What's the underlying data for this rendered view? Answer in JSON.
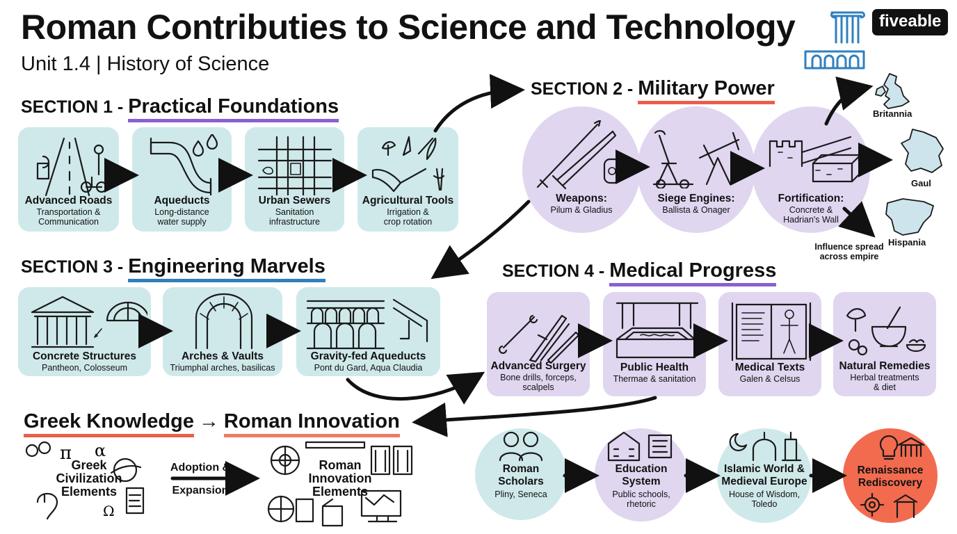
{
  "header": {
    "title": "Roman Contributies to Science and Technology",
    "subtitle": "Unit 1.4 | History of Science",
    "brand": "fiveable"
  },
  "colors": {
    "teal_box": "#cfe9ea",
    "lavender_box": "#e0d6f0",
    "renaissance": "#f26b4f",
    "underline_purple": "#8a5fd0",
    "underline_blue": "#2f7fbf",
    "underline_red": "#e8604c",
    "underline_salmon": "#ef7a62"
  },
  "section1": {
    "prefix": "SECTION 1 - ",
    "name": "Practical Foundations",
    "items": [
      {
        "title": "Advanced Roads",
        "sub1": "Transportation &",
        "sub2": "Communication",
        "icon": "road-icon"
      },
      {
        "title": "Aqueducts",
        "sub1": "Long-distance",
        "sub2": "water supply",
        "icon": "pipe-icon"
      },
      {
        "title": "Urban Sewers",
        "sub1": "Sanitation",
        "sub2": "infrastructure",
        "icon": "sewer-grid-icon"
      },
      {
        "title": "Agricultural Tools",
        "sub1": "Irrigation &",
        "sub2": "crop rotation",
        "icon": "plow-icon"
      }
    ]
  },
  "section2": {
    "prefix": "SECTION 2 - ",
    "name": "Military Power",
    "items": [
      {
        "title": "Weapons:",
        "sub1": "Pilum & Gladius",
        "sub2": "",
        "icon": "sword-icon"
      },
      {
        "title": "Siege Engines:",
        "sub1": "Ballista & Onager",
        "sub2": "",
        "icon": "catapult-icon"
      },
      {
        "title": "Fortification:",
        "sub1": "Concrete &",
        "sub2": "Hadrian's Wall",
        "icon": "wall-icon"
      }
    ],
    "regions": [
      "Britannia",
      "Gaul",
      "Hispania"
    ],
    "influence_note1": "Influence spread",
    "influence_note2": "across empire"
  },
  "section3": {
    "prefix": "SECTION 3 - ",
    "name": "Engineering Marvels",
    "items": [
      {
        "title": "Concrete Structures",
        "sub1": "Pantheon, Colosseum",
        "icon": "temple-icon"
      },
      {
        "title": "Arches & Vaults",
        "sub1": "Triumphal arches, basilicas",
        "icon": "arch-icon"
      },
      {
        "title": "Gravity-fed Aqueducts",
        "sub1": "Pont du Gard, Aqua Claudia",
        "icon": "aqueduct-bridge-icon"
      }
    ]
  },
  "section4": {
    "prefix": "SECTION 4 - ",
    "name": "Medical Progress",
    "items": [
      {
        "title": "Advanced Surgery",
        "sub1": "Bone drills, forceps,",
        "sub2": "scalpels",
        "icon": "forceps-icon"
      },
      {
        "title": "Public Health",
        "sub1": "Thermae & sanitation",
        "sub2": "",
        "icon": "bath-icon"
      },
      {
        "title": "Medical Texts",
        "sub1": "Galen & Celsus",
        "sub2": "",
        "icon": "scroll-icon"
      },
      {
        "title": "Natural Remedies",
        "sub1": "Herbal treatments",
        "sub2": "& diet",
        "icon": "mortar-icon"
      }
    ]
  },
  "greek": {
    "heading_left": "Greek Knowledge",
    "arrow": "→",
    "heading_right": "Roman Innovation",
    "left_label": [
      "Greek",
      "Civilization",
      "Elements"
    ],
    "middle_label": [
      "Adoption &",
      "Expansion"
    ],
    "right_label": [
      "Roman",
      "Innovation",
      "Elements"
    ],
    "symbols": [
      "π",
      "α",
      "Ω"
    ]
  },
  "legacy": {
    "items": [
      {
        "title1": "Roman",
        "title2": "Scholars",
        "sub1": "Pliny, Seneca",
        "sub2": ""
      },
      {
        "title1": "Education",
        "title2": "System",
        "sub1": "Public schools,",
        "sub2": "rhetoric"
      },
      {
        "title1": "Islamic World &",
        "title2": "Medieval Europe",
        "sub1": "House of Wisdom,",
        "sub2": "Toledo"
      },
      {
        "title1": "Renaissance",
        "title2": "Rediscovery",
        "sub1": "",
        "sub2": ""
      }
    ]
  }
}
